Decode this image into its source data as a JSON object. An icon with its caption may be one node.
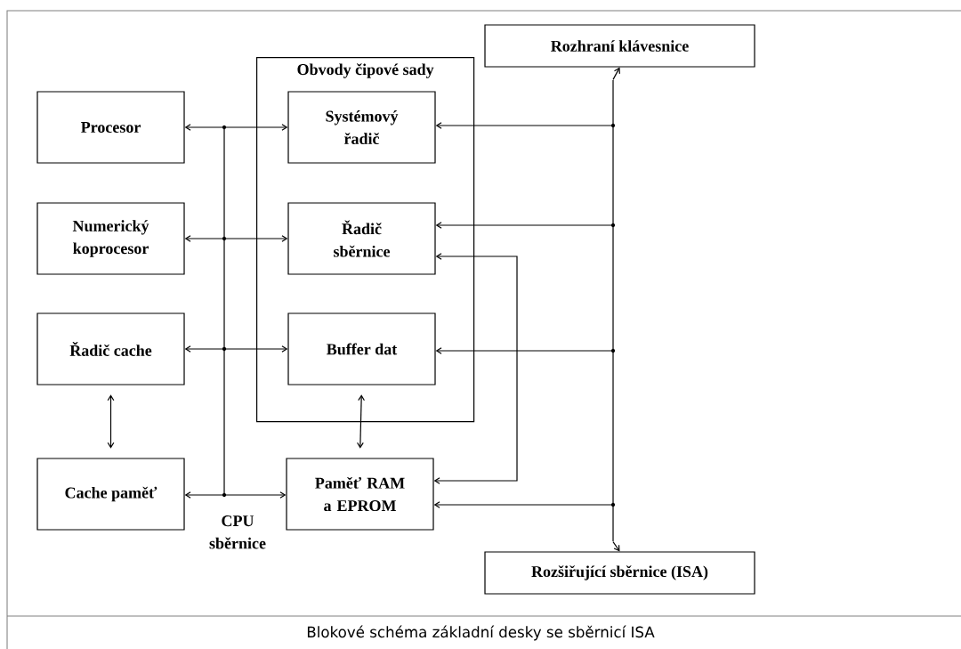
{
  "diagram": {
    "caption": "Blokové schéma základní desky se sběrnicí ISA",
    "nodes": [
      {
        "text": [
          "Rozhraní klávesnice"
        ]
      },
      {
        "text": [
          "Obvody čipové sady"
        ]
      },
      {
        "text": [
          "Procesor"
        ]
      },
      {
        "text": [
          "Systémový řadič"
        ],
        "in": 1
      },
      {
        "text": [
          "Numerický koprocesor"
        ]
      },
      {
        "text": [
          "Řadič sběrnice"
        ],
        "in": 1
      },
      {
        "text": [
          "Řadič cache"
        ]
      },
      {
        "text": [
          "Buffer dat"
        ],
        "in": 1
      },
      {
        "text": [
          "Cache paměť"
        ]
      },
      {
        "text": [
          "Paměť RAM a EPROM"
        ]
      },
      {
        "text": [
          "Rozšiřující sběrnice (ISA)"
        ]
      },
      {
        "text": [],
        "shape": "bar",
        "beside": [
          "CPU sběrnice"
        ]
      },
      {
        "text": [],
        "shape": "bar"
      }
    ],
    "edges": [
      {
        "from": 11,
        "to": 2,
        "arrow": "to"
      },
      {
        "from": 11,
        "to": 3,
        "arrow": "to"
      },
      {
        "from": 11,
        "to": 4,
        "arrow": "to"
      },
      {
        "from": 11,
        "to": 5,
        "arrow": "to"
      },
      {
        "from": 11,
        "to": 6,
        "arrow": "to"
      },
      {
        "from": 11,
        "to": 7,
        "arrow": "to"
      },
      {
        "from": 11,
        "to": 8,
        "arrow": "to"
      },
      {
        "from": 11,
        "to": 9,
        "arrow": "to"
      },
      {
        "from": 6,
        "to": 8,
        "arrow": "both"
      },
      {
        "from": 7,
        "to": 9,
        "arrow": "both"
      },
      {
        "from": 12,
        "to": 0,
        "arrow": "to"
      },
      {
        "from": 12,
        "to": 3,
        "arrow": "to"
      },
      {
        "from": 12,
        "to": 5,
        "arrow": "to"
      },
      {
        "from": 5,
        "to": 9,
        "arrow": "both"
      },
      {
        "from": 12,
        "to": 7,
        "arrow": "to"
      },
      {
        "from": 12,
        "to": 9,
        "arrow": "to"
      },
      {
        "from": 12,
        "to": 10,
        "arrow": "to"
      }
    ]
  }
}
